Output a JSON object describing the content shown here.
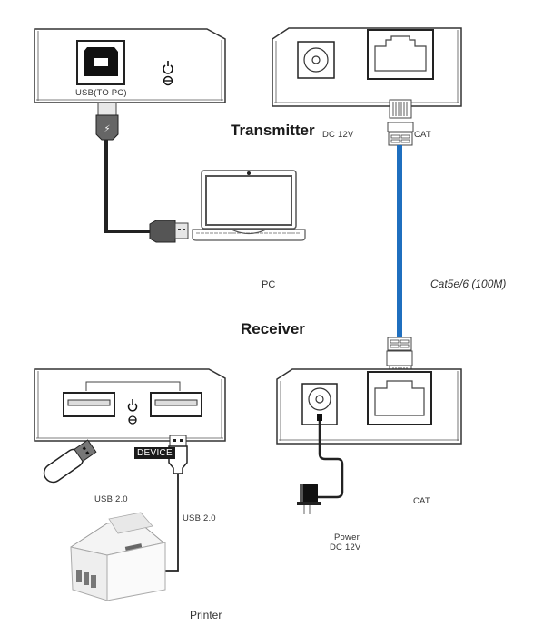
{
  "transmitter": {
    "title": "Transmitter",
    "usb_port_label": "USB(TO PC)",
    "dc_label": "DC  12V",
    "cat_label": "CAT",
    "icons": [
      "usb-b-port-icon",
      "power-icon",
      "led-icon",
      "dc-jack-icon",
      "rj45-port-icon"
    ]
  },
  "pc": {
    "label": "PC",
    "icons": [
      "laptop-icon",
      "usb-a-plug-icon",
      "usb-b-plug-icon"
    ]
  },
  "cable": {
    "label": "Cat5e/6 (100M)",
    "color": "#1f6fbf"
  },
  "receiver": {
    "title": "Receiver",
    "device_label": "DEVICE",
    "cat_label": "CAT",
    "power_label_line1": "Power",
    "power_label_line2": "DC  12V",
    "icons": [
      "usb-a-port-icon",
      "power-icon",
      "led-icon",
      "dc-jack-icon",
      "rj45-port-icon",
      "power-adapter-icon"
    ]
  },
  "devices": {
    "usb_flash_label": "USB 2.0",
    "usb_cable_label": "USB 2.0",
    "printer_label": "Printer",
    "icons": [
      "usb-flash-drive-icon",
      "printer-icon"
    ]
  }
}
